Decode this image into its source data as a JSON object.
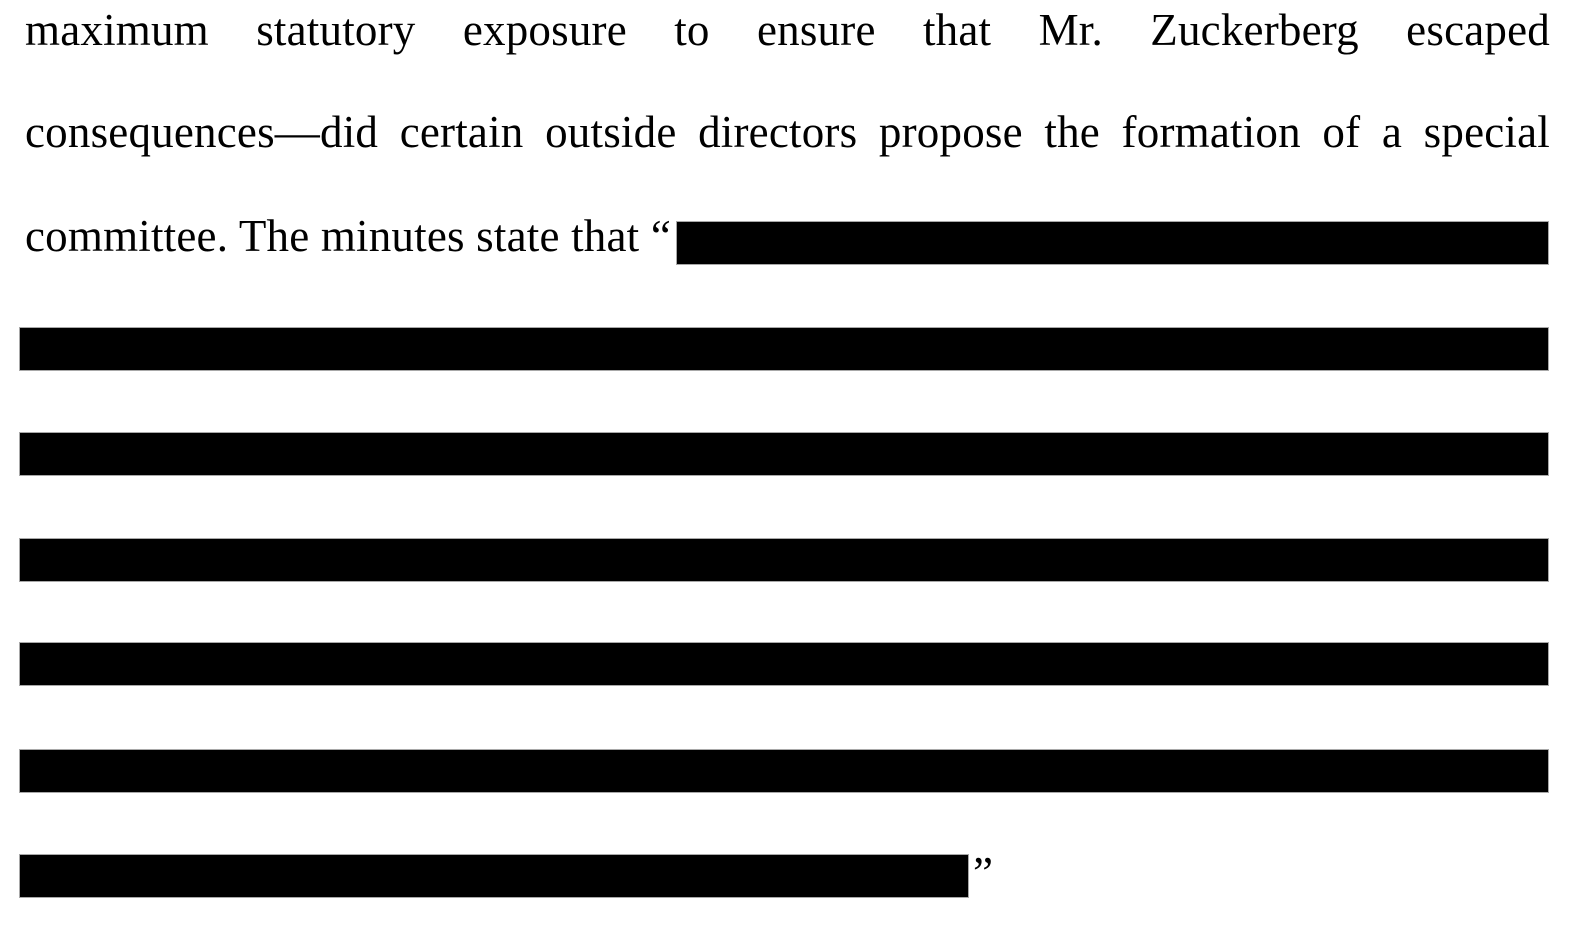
{
  "page": {
    "background_color": "#ffffff",
    "text_color": "#000000",
    "redaction_color": "#000000"
  },
  "paragraph": {
    "line1": "maximum statutory exposure to ensure that Mr. Zuckerberg escaped",
    "line2": "consequences—did certain outside directors propose the formation of a special",
    "line3_text": "committee. The minutes state that “",
    "closing_quote": "”"
  },
  "redactions": {
    "count": 7,
    "rows": [
      "inline-after-open-quote",
      "full-width",
      "full-width",
      "full-width",
      "full-width",
      "full-width",
      "partial-before-close-quote"
    ]
  }
}
